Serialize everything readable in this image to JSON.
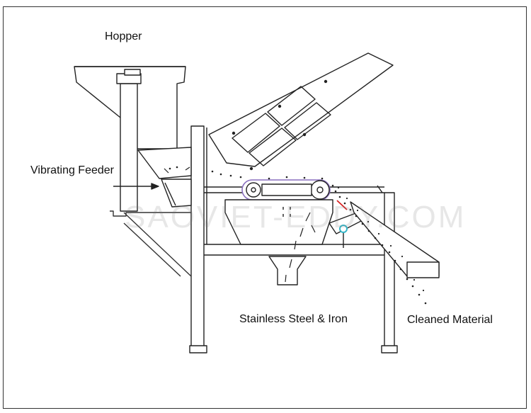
{
  "labels": {
    "hopper": "Hopper",
    "vibrating_feeder": "Vibrating Feeder",
    "metal": "Stainless Steel & Iron",
    "cleaned": "Cleaned Material"
  },
  "watermark": "SAOVIET-EDDY.COM",
  "colors": {
    "line": "#222222",
    "belt_frame": "#8a6fbf",
    "red_marker": "#d82020",
    "cyan_marker": "#36b7c9"
  }
}
